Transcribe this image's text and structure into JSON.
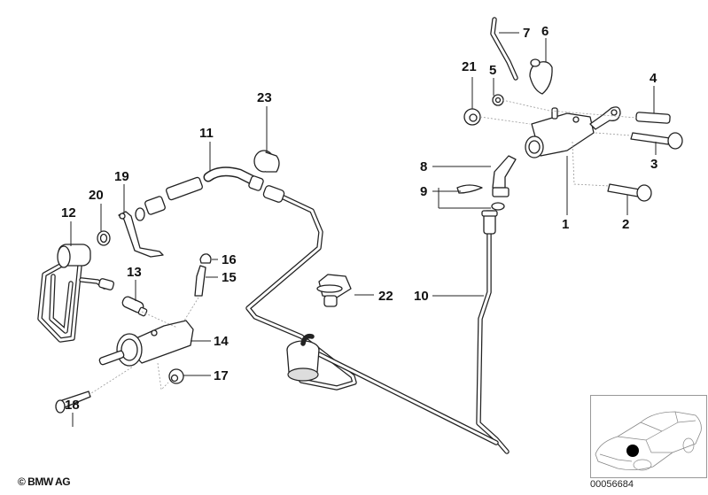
{
  "diagram": {
    "title": "Clutch hydraulic system parts diagram",
    "callouts": [
      {
        "id": "1",
        "label": "1",
        "part": "master-cylinder"
      },
      {
        "id": "2",
        "label": "2",
        "part": "bolt"
      },
      {
        "id": "3",
        "label": "3",
        "part": "bolt"
      },
      {
        "id": "4",
        "label": "4",
        "part": "pin"
      },
      {
        "id": "5",
        "label": "5",
        "part": "clip"
      },
      {
        "id": "6",
        "label": "6",
        "part": "grommet"
      },
      {
        "id": "7",
        "label": "7",
        "part": "hose"
      },
      {
        "id": "8",
        "label": "8",
        "part": "elbow-connector"
      },
      {
        "id": "9",
        "label": "9",
        "part": "clamp-and-seal"
      },
      {
        "id": "10",
        "label": "10",
        "part": "pipe"
      },
      {
        "id": "11",
        "label": "11",
        "part": "hose-line"
      },
      {
        "id": "12",
        "label": "12",
        "part": "damper-pipe"
      },
      {
        "id": "13",
        "label": "13",
        "part": "pushrod"
      },
      {
        "id": "14",
        "label": "14",
        "part": "slave-cylinder"
      },
      {
        "id": "15",
        "label": "15",
        "part": "bleed-screw"
      },
      {
        "id": "16",
        "label": "16",
        "part": "dust-cap"
      },
      {
        "id": "17",
        "label": "17",
        "part": "nut"
      },
      {
        "id": "18",
        "label": "18",
        "part": "bolt"
      },
      {
        "id": "19",
        "label": "19",
        "part": "bracket"
      },
      {
        "id": "20",
        "label": "20",
        "part": "grommet"
      },
      {
        "id": "21",
        "label": "21",
        "part": "nut"
      },
      {
        "id": "22",
        "label": "22",
        "part": "pipe-clip"
      },
      {
        "id": "23",
        "label": "23",
        "part": "cap"
      }
    ]
  },
  "footer": {
    "copyright": "© BMW AG",
    "diagram_number": "00056684"
  },
  "locator": {
    "description": "Vehicle locator thumbnail",
    "marker": "front-left engine bay"
  }
}
